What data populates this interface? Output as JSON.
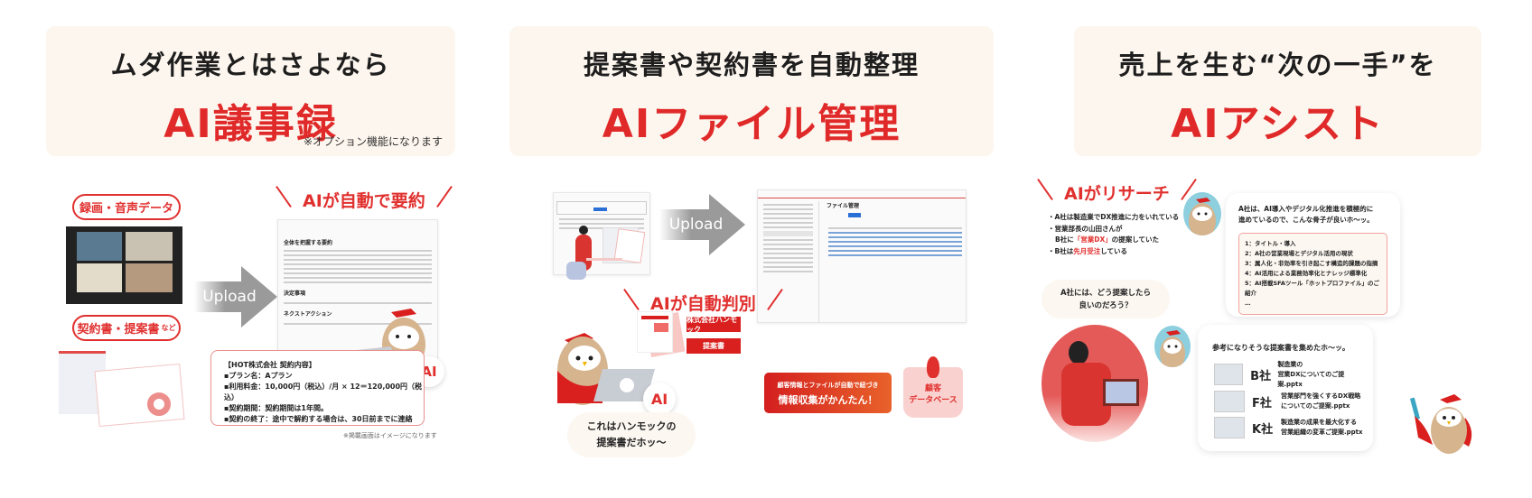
{
  "columns": [
    {
      "subtitle": "ムダ作業とはさよなら",
      "title": "AI議事録",
      "note": "※オプション機能になります",
      "tag": "AIが自動で要約",
      "pill_recording": "録画・音声データ",
      "pill_docs": "契約書・提案書",
      "pill_docs_suffix": "など",
      "upload": "Upload",
      "ai_badge": "AI",
      "contract": {
        "title": "【HOT株式会社 契約内容】",
        "items": [
          "プラン名：Aプラン",
          "利用料金：10,000円（税込）/月 × 12＝120,000円（税込）",
          "契約期間：契約期間は1年間。",
          "契約の終了：途中で解約する場合は、30日前までに連絡"
        ]
      },
      "footnote": "※掲載画面はイメージになります",
      "summary_doc": {
        "heading": "全体を把握する要約",
        "section1": "決定事項",
        "section2": "ネクストアクション"
      }
    },
    {
      "subtitle": "提案書や契約書を自動整理",
      "title": "AIファイル管理",
      "upload": "Upload",
      "tag": "AIが自動判別",
      "label_company": "株式会社ハンモック",
      "label_type": "提案書",
      "ai_badge": "AI",
      "bubble": [
        "これはハンモックの",
        "提案書だホッ〜"
      ],
      "banner": {
        "small": "顧客情報とファイルが自動で紐づき",
        "large": "情報収集がかんたん！"
      },
      "database": [
        "顧客",
        "データベース"
      ],
      "file_screen": {
        "title": "ファイル管理"
      }
    },
    {
      "subtitle": "売上を生む“次の一手”を",
      "title": "AIアシスト",
      "tag": "AIがリサーチ",
      "bullets": [
        {
          "pre": "A社は製造業でDX推進に力をいれている",
          "hl": "",
          "post": ""
        },
        {
          "pre": "営業部長の山田さんが",
          "hl": "",
          "post": ""
        },
        {
          "pre": "B社に",
          "hl": "「営業DX」",
          "post": "の提案していた",
          "cont": true
        },
        {
          "pre": "B社は",
          "hl": "先月受注",
          "post": "している"
        }
      ],
      "question": [
        "A社には、どう提案したら",
        "良いのだろう？"
      ],
      "answer_intro": [
        "A社は、AI導入やデジタル化推進を積極的に",
        "進めているので、こんな骨子が良いホ〜ッ。"
      ],
      "outline": [
        "1：タイトル・導入",
        "2：A社の営業現場とデジタル活用の現状",
        "3：属人化・非効率を引き起こす構造的課題の指摘",
        "4：AI活用による業務効率化とナレッジ標準化",
        "5：AI搭載SFAツール「ホットプロファイル」のご紹介",
        "…"
      ],
      "docs_intro": "参考になりそうな提案書を集めたホ〜ッ。",
      "docs": [
        {
          "company": "B社",
          "file": [
            "製造業の",
            "営業DXについてのご提案.pptx"
          ]
        },
        {
          "company": "F社",
          "file": [
            "営業部門を強くするDX戦略",
            "についてのご提案.pptx"
          ]
        },
        {
          "company": "K社",
          "file": [
            "製造業の成果を最大化する",
            "営業組織の変革ご提案.pptx"
          ]
        }
      ]
    }
  ],
  "colors": {
    "accent": "#e0302e",
    "header_bg": "#fdf6ee",
    "bubble_bg": "#fcf7f1"
  }
}
